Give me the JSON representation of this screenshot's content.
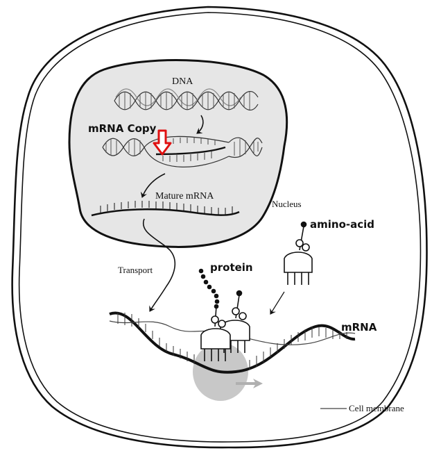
{
  "diagram": {
    "labels": {
      "dna": "DNA",
      "mrna_copy": "mRNA Copy",
      "mature_mrna": "Mature mRNA",
      "nucleus": "Nucleus",
      "amino_acid": "amino-acid",
      "transport": "Transport",
      "protein": "protein",
      "mrna": "mRNA",
      "cell_membrane": "Cell membrane"
    },
    "colors": {
      "nucleus_fill": "#e6e6e6",
      "outline": "#111111",
      "highlight_arrow": "#e01010",
      "ribosome": "#c8c8c8"
    }
  }
}
